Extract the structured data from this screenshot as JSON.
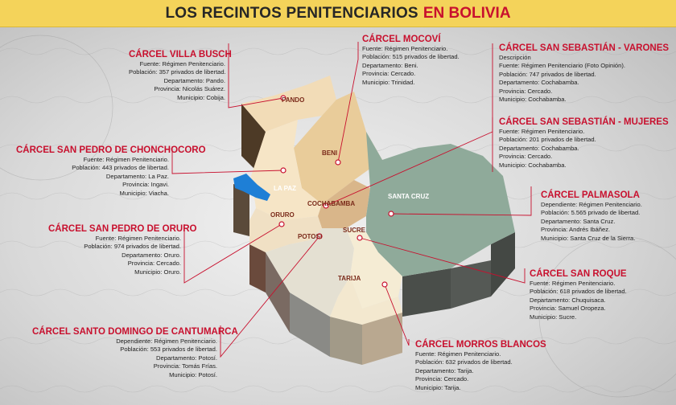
{
  "header": {
    "title_main": "LOS RECINTOS PENITENCIARIOS",
    "title_accent": "EN BOLIVIA"
  },
  "departments": {
    "pando": "PANDO",
    "beni": "BENI",
    "la_paz": "LA PAZ",
    "cochabamba": "COCHABAMBA",
    "santa_cruz": "SANTA CRUZ",
    "oruro": "ORURO",
    "potosi": "POTOSI",
    "sucre": "SUCRE",
    "tarija": "TARIJA"
  },
  "prisons": {
    "villa_busch": {
      "title": "CÁRCEL VILLA BUSCH",
      "lines": [
        "Fuente: Régimen Penitenciario.",
        "Población: 357 privados de libertad.",
        "Departamento: Pando.",
        "Provincia: Nicolás Suárez.",
        "Municipio: Cobija."
      ]
    },
    "mocovi": {
      "title": "CÁRCEL MOCOVÍ",
      "lines": [
        "Fuente: Régimen Penitenciario.",
        "Población: 515 privados de libertad.",
        "Departamento: Beni.",
        "Provincia: Cercado.",
        "Municipio: Trinidad."
      ]
    },
    "san_sebastian_varones": {
      "title": "CÁRCEL SAN SEBASTIÁN - VARONES",
      "lines": [
        "Descripción",
        "Fuente: Régimen Penitenciario (Foto Opinión).",
        "Población: 747 privados de libertad.",
        "Departamento: Cochabamba.",
        "Provincia: Cercado.",
        "Municipio: Cochabamba."
      ]
    },
    "san_sebastian_mujeres": {
      "title": "CÁRCEL SAN SEBASTIÁN - MUJERES",
      "lines": [
        "Fuente: Régimen Penitenciario.",
        "Población: 201 privados de libertad.",
        "Departamento: Cochabamba.",
        "Provincia: Cercado.",
        "Municipio: Cochabamba."
      ]
    },
    "chonchocoro": {
      "title": "CÁRCEL SAN PEDRO DE CHONCHOCORO",
      "lines": [
        "Fuente: Régimen Penitenciario.",
        "Población: 443 privados de libertad.",
        "Departamento: La Paz.",
        "Provincia: Ingavi.",
        "Municipio: Viacha."
      ]
    },
    "palmasola": {
      "title": "CÁRCEL PALMASOLA",
      "lines": [
        "Dependiente: Régimen Penitenciario.",
        "Población: 5.565 privado de libertad.",
        "Departamento: Santa Cruz.",
        "Provincia: Andrés Ibáñez.",
        "Municipio: Santa Cruz de la Sierra."
      ]
    },
    "oruro": {
      "title": "CÁRCEL SAN PEDRO DE ORURO",
      "lines": [
        "Fuente: Régimen Penitenciario.",
        "Población: 974 privados de libertad.",
        "Departamento: Oruro.",
        "Provincia: Cercado.",
        "Municipio: Oruro."
      ]
    },
    "san_roque": {
      "title": "CÁRCEL SAN ROQUE",
      "lines": [
        "Fuente: Régimen Penitenciario.",
        "Población: 618 privados de libertad.",
        "Departamento: Chuquisaca.",
        "Provincia: Samuel Oropeza.",
        "Municipio: Sucre."
      ]
    },
    "cantumarca": {
      "title": "CÁRCEL SANTO DOMINGO DE CANTUMARCA",
      "lines": [
        "Dependiente: Régimen Penitenciario.",
        "Población: 553 privados de libertad.",
        "Departamento: Potosí.",
        "Provincia: Tomás Frías.",
        "Municipio: Potosí."
      ]
    },
    "morros_blancos": {
      "title": "CÁRCEL MORROS BLANCOS",
      "lines": [
        "Fuente: Régimen Penitenciario.",
        "Población: 632 privados de libertad.",
        "Departamento: Tarija.",
        "Provincia: Cercado.",
        "Municipio: Tarija."
      ]
    }
  },
  "colors": {
    "header_bg": "#f4d35a",
    "accent_red": "#c8102e",
    "santa_cruz": "#8faa9a",
    "lake": "#1e7fd6"
  }
}
